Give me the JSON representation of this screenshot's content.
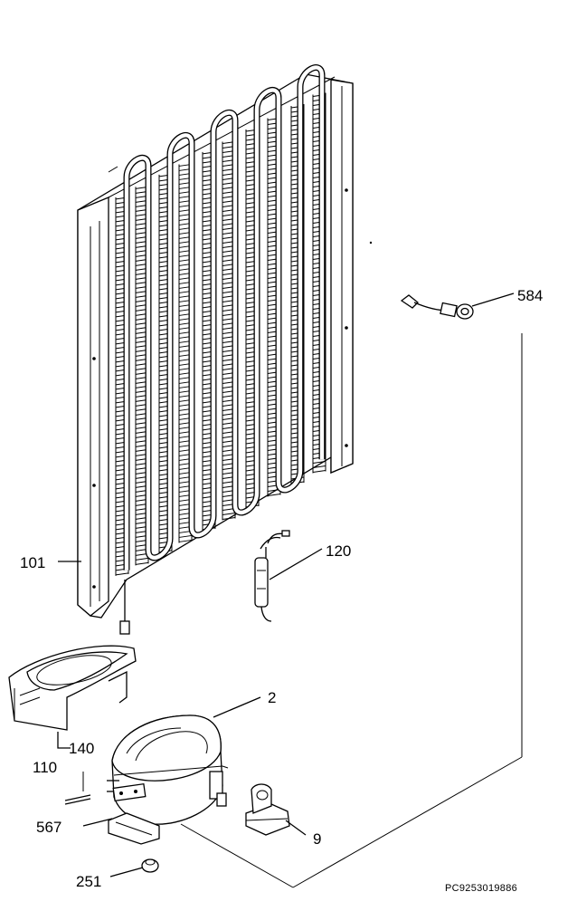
{
  "diagram": {
    "part_labels": {
      "p584": "584",
      "p101": "101",
      "p120": "120",
      "p2": "2",
      "p140": "140",
      "p110": "110",
      "p567": "567",
      "p9": "9",
      "p251": "251"
    },
    "drawing_code": "PC9253019886"
  }
}
